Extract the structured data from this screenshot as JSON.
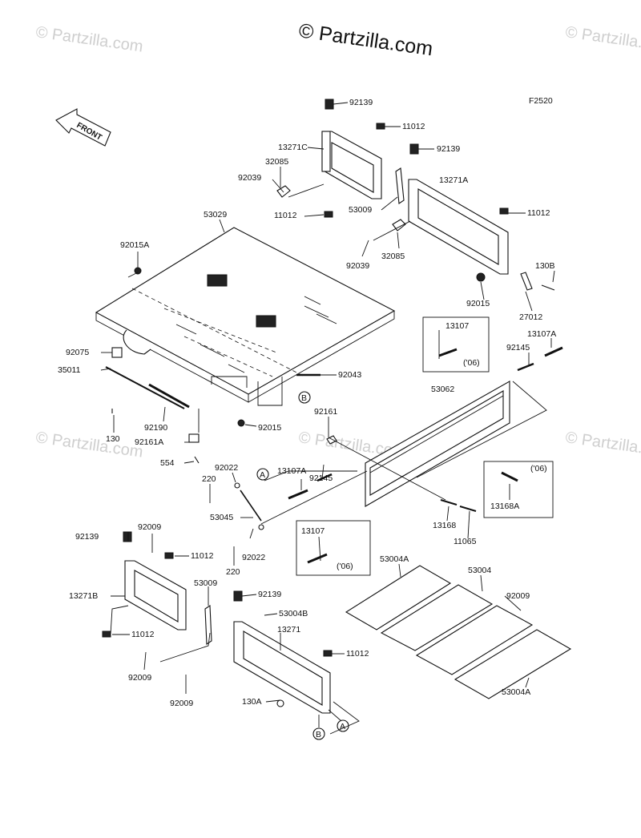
{
  "brand": "© Partzilla.com",
  "watermark": "© Partzilla.com",
  "figure_code": "F2520",
  "front_label": "FRONT",
  "callout_a": "A",
  "callout_b": "B",
  "year_note": "('06)",
  "labels": [
    {
      "id": "p92139-a",
      "text": "92139"
    },
    {
      "id": "p11012-a",
      "text": "11012"
    },
    {
      "id": "p13271C",
      "text": "13271C"
    },
    {
      "id": "p92139-b",
      "text": "92139"
    },
    {
      "id": "p32085-a",
      "text": "32085"
    },
    {
      "id": "p92039-a",
      "text": "92039"
    },
    {
      "id": "p13271A",
      "text": "13271A"
    },
    {
      "id": "p11012-b",
      "text": "11012"
    },
    {
      "id": "p53009-a",
      "text": "53009"
    },
    {
      "id": "p53029",
      "text": "53029"
    },
    {
      "id": "p11012-c",
      "text": "11012"
    },
    {
      "id": "p92015A",
      "text": "92015A"
    },
    {
      "id": "p92039-b",
      "text": "92039"
    },
    {
      "id": "p32085-b",
      "text": "32085"
    },
    {
      "id": "p130B",
      "text": "130B"
    },
    {
      "id": "p92015-a",
      "text": "92015"
    },
    {
      "id": "p27012",
      "text": "27012"
    },
    {
      "id": "p13107-a",
      "text": "13107"
    },
    {
      "id": "p13107A-a",
      "text": "13107A"
    },
    {
      "id": "p92145-a",
      "text": "92145"
    },
    {
      "id": "p92075",
      "text": "92075"
    },
    {
      "id": "p35011",
      "text": "35011"
    },
    {
      "id": "p92043",
      "text": "92043"
    },
    {
      "id": "p53062",
      "text": "53062"
    },
    {
      "id": "p130",
      "text": "130"
    },
    {
      "id": "p92190",
      "text": "92190"
    },
    {
      "id": "p92015-b",
      "text": "92015"
    },
    {
      "id": "p92161",
      "text": "92161"
    },
    {
      "id": "p92161A",
      "text": "92161A"
    },
    {
      "id": "p554",
      "text": "554"
    },
    {
      "id": "p92022-a",
      "text": "92022"
    },
    {
      "id": "p13107A-b",
      "text": "13107A"
    },
    {
      "id": "p92145-b",
      "text": "92145"
    },
    {
      "id": "p220-a",
      "text": "220"
    },
    {
      "id": "p53045",
      "text": "53045"
    },
    {
      "id": "p13168A",
      "text": "13168A"
    },
    {
      "id": "p13168",
      "text": "13168"
    },
    {
      "id": "p11065",
      "text": "11065"
    },
    {
      "id": "p92139-c",
      "text": "92139"
    },
    {
      "id": "p92009-a",
      "text": "92009"
    },
    {
      "id": "p11012-d",
      "text": "11012"
    },
    {
      "id": "p13107-b",
      "text": "13107"
    },
    {
      "id": "p92022-b",
      "text": "92022"
    },
    {
      "id": "p220-b",
      "text": "220"
    },
    {
      "id": "p53004A-a",
      "text": "53004A"
    },
    {
      "id": "p53004",
      "text": "53004"
    },
    {
      "id": "p53009-b",
      "text": "53009"
    },
    {
      "id": "p13271B",
      "text": "13271B"
    },
    {
      "id": "p92139-d",
      "text": "92139"
    },
    {
      "id": "p92009-b",
      "text": "92009"
    },
    {
      "id": "p53004B",
      "text": "53004B"
    },
    {
      "id": "p13271",
      "text": "13271"
    },
    {
      "id": "p11012-e",
      "text": "11012"
    },
    {
      "id": "p11012-f",
      "text": "11012"
    },
    {
      "id": "p92009-c",
      "text": "92009"
    },
    {
      "id": "p92009-d",
      "text": "92009"
    },
    {
      "id": "p130A",
      "text": "130A"
    },
    {
      "id": "p53004A-b",
      "text": "53004A"
    }
  ]
}
